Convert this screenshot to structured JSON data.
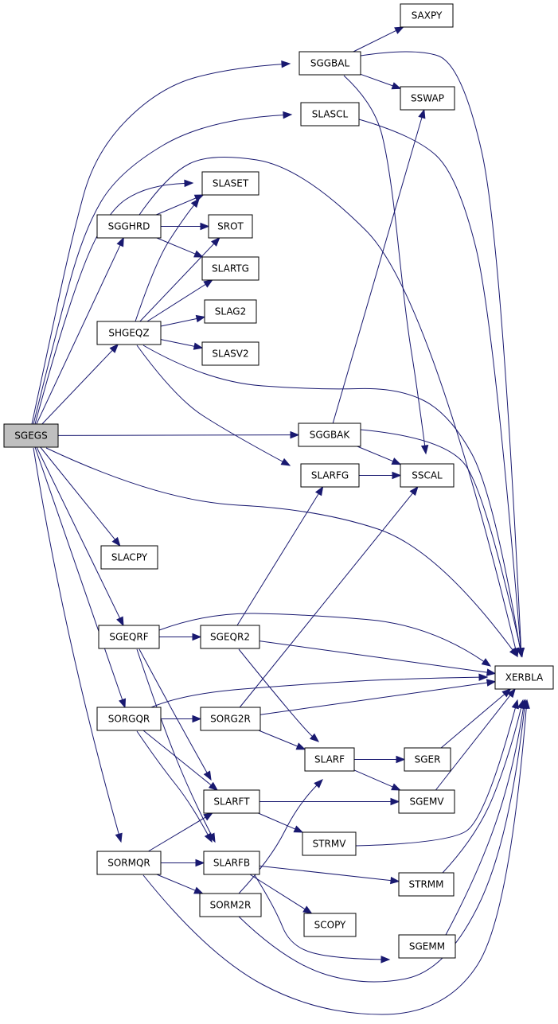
{
  "graph": {
    "nodes": [
      {
        "id": "SGEGS",
        "label": "SGEGS",
        "root": true
      },
      {
        "id": "SGGBAL",
        "label": "SGGBAL"
      },
      {
        "id": "SAXPY",
        "label": "SAXPY"
      },
      {
        "id": "SSWAP",
        "label": "SSWAP"
      },
      {
        "id": "SLASCL",
        "label": "SLASCL"
      },
      {
        "id": "SLASET",
        "label": "SLASET"
      },
      {
        "id": "SGGHRD",
        "label": "SGGHRD"
      },
      {
        "id": "SROT",
        "label": "SROT"
      },
      {
        "id": "SLARTG",
        "label": "SLARTG"
      },
      {
        "id": "SLAG2",
        "label": "SLAG2"
      },
      {
        "id": "SHGEQZ",
        "label": "SHGEQZ"
      },
      {
        "id": "SLASV2",
        "label": "SLASV2"
      },
      {
        "id": "SGGBAK",
        "label": "SGGBAK"
      },
      {
        "id": "SLARFG",
        "label": "SLARFG"
      },
      {
        "id": "SSCAL",
        "label": "SSCAL"
      },
      {
        "id": "SLACPY",
        "label": "SLACPY"
      },
      {
        "id": "SGEQRF",
        "label": "SGEQRF"
      },
      {
        "id": "SGEQR2",
        "label": "SGEQR2"
      },
      {
        "id": "XERBLA",
        "label": "XERBLA"
      },
      {
        "id": "SORGQR",
        "label": "SORGQR"
      },
      {
        "id": "SORG2R",
        "label": "SORG2R"
      },
      {
        "id": "SLARF",
        "label": "SLARF"
      },
      {
        "id": "SGER",
        "label": "SGER"
      },
      {
        "id": "SLARFT",
        "label": "SLARFT"
      },
      {
        "id": "SGEMV",
        "label": "SGEMV"
      },
      {
        "id": "STRMV",
        "label": "STRMV"
      },
      {
        "id": "SORMQR",
        "label": "SORMQR"
      },
      {
        "id": "SLARFB",
        "label": "SLARFB"
      },
      {
        "id": "STRMM",
        "label": "STRMM"
      },
      {
        "id": "SORM2R",
        "label": "SORM2R"
      },
      {
        "id": "SCOPY",
        "label": "SCOPY"
      },
      {
        "id": "SGEMM",
        "label": "SGEMM"
      }
    ],
    "edges": [
      {
        "from": "SGEGS",
        "to": "SGGBAL"
      },
      {
        "from": "SGEGS",
        "to": "SLASCL"
      },
      {
        "from": "SGEGS",
        "to": "SLASET"
      },
      {
        "from": "SGEGS",
        "to": "SGGHRD"
      },
      {
        "from": "SGEGS",
        "to": "SHGEQZ"
      },
      {
        "from": "SGEGS",
        "to": "SGGBAK"
      },
      {
        "from": "SGEGS",
        "to": "SLACPY"
      },
      {
        "from": "SGEGS",
        "to": "SGEQRF"
      },
      {
        "from": "SGEGS",
        "to": "SORGQR"
      },
      {
        "from": "SGEGS",
        "to": "SORMQR"
      },
      {
        "from": "SGEGS",
        "to": "XERBLA"
      },
      {
        "from": "SGGBAL",
        "to": "SAXPY"
      },
      {
        "from": "SGGBAL",
        "to": "SSWAP"
      },
      {
        "from": "SGGBAL",
        "to": "SSCAL"
      },
      {
        "from": "SGGBAL",
        "to": "XERBLA"
      },
      {
        "from": "SLASCL",
        "to": "XERBLA"
      },
      {
        "from": "SGGHRD",
        "to": "SLASET"
      },
      {
        "from": "SGGHRD",
        "to": "SROT"
      },
      {
        "from": "SGGHRD",
        "to": "SLARTG"
      },
      {
        "from": "SGGHRD",
        "to": "XERBLA"
      },
      {
        "from": "SHGEQZ",
        "to": "SLASET"
      },
      {
        "from": "SHGEQZ",
        "to": "SROT"
      },
      {
        "from": "SHGEQZ",
        "to": "SLARTG"
      },
      {
        "from": "SHGEQZ",
        "to": "SLAG2"
      },
      {
        "from": "SHGEQZ",
        "to": "SLASV2"
      },
      {
        "from": "SHGEQZ",
        "to": "SLARFG"
      },
      {
        "from": "SHGEQZ",
        "to": "XERBLA"
      },
      {
        "from": "SGGBAK",
        "to": "SSWAP"
      },
      {
        "from": "SGGBAK",
        "to": "SSCAL"
      },
      {
        "from": "SGGBAK",
        "to": "XERBLA"
      },
      {
        "from": "SLARFG",
        "to": "SSCAL"
      },
      {
        "from": "SGEQRF",
        "to": "SGEQR2"
      },
      {
        "from": "SGEQRF",
        "to": "SLARFT"
      },
      {
        "from": "SGEQRF",
        "to": "SLARFB"
      },
      {
        "from": "SGEQRF",
        "to": "XERBLA"
      },
      {
        "from": "SGEQR2",
        "to": "SLARFG"
      },
      {
        "from": "SGEQR2",
        "to": "SLARF"
      },
      {
        "from": "SGEQR2",
        "to": "XERBLA"
      },
      {
        "from": "SORGQR",
        "to": "SORG2R"
      },
      {
        "from": "SORGQR",
        "to": "SLARFT"
      },
      {
        "from": "SORGQR",
        "to": "SLARFB"
      },
      {
        "from": "SORGQR",
        "to": "XERBLA"
      },
      {
        "from": "SORG2R",
        "to": "SSCAL"
      },
      {
        "from": "SORG2R",
        "to": "SLARF"
      },
      {
        "from": "SORG2R",
        "to": "XERBLA"
      },
      {
        "from": "SLARF",
        "to": "SGER"
      },
      {
        "from": "SLARF",
        "to": "SGEMV"
      },
      {
        "from": "SGER",
        "to": "XERBLA"
      },
      {
        "from": "SGEMV",
        "to": "XERBLA"
      },
      {
        "from": "SLARFT",
        "to": "SGEMV"
      },
      {
        "from": "SLARFT",
        "to": "STRMV"
      },
      {
        "from": "STRMV",
        "to": "XERBLA"
      },
      {
        "from": "SORMQR",
        "to": "SLARFT"
      },
      {
        "from": "SORMQR",
        "to": "SLARFB"
      },
      {
        "from": "SORMQR",
        "to": "SORM2R"
      },
      {
        "from": "SORMQR",
        "to": "XERBLA"
      },
      {
        "from": "SLARFB",
        "to": "STRMM"
      },
      {
        "from": "SLARFB",
        "to": "SCOPY"
      },
      {
        "from": "SLARFB",
        "to": "SGEMM"
      },
      {
        "from": "STRMM",
        "to": "XERBLA"
      },
      {
        "from": "SORM2R",
        "to": "SLARF"
      },
      {
        "from": "SORM2R",
        "to": "XERBLA"
      },
      {
        "from": "SGEMM",
        "to": "XERBLA"
      }
    ]
  },
  "colors": {
    "edge": "#191970",
    "node_border": "#000000",
    "node_fill": "#ffffff",
    "root_fill": "#bfbfbf"
  }
}
